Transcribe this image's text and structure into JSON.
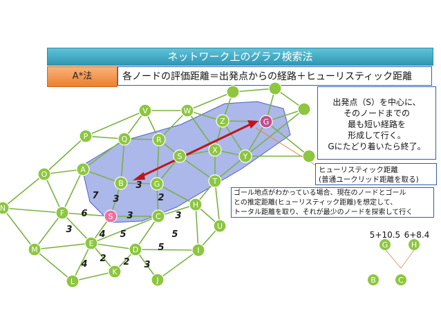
{
  "title": "ネットワーク上のグラフ検索法",
  "method": "A*法",
  "formula": "各ノードの評価距離＝出発点からの経路＋ヒューリスティック距離",
  "callout_main": [
    "出発点（S）を中心に、",
    "そのノードまでの",
    "最も短い経路を",
    "形成して行く。",
    "Gにたどり着いたら終了。"
  ],
  "callout_heuristic": [
    "ヒューリスティック距離",
    "(普通ユークリッド距離を取る)"
  ],
  "callout_goal": [
    "ゴール地点がわかっている場合、現在のノードとゴール",
    "との推定距離(ヒューリスティック距離)を想定して、",
    "トータル距離を取り、それが最少のノードを探索して行く"
  ],
  "colors": {
    "node": "#8dc63f",
    "start_node": "#f06fa0",
    "goal_node": "#c0508a",
    "edge": "#7ab23f",
    "region": "#5a6fd6",
    "arrow": "#c0141a",
    "weight": "#1a1a1a"
  },
  "nodes": [
    {
      "id": "V",
      "label": "V"
    },
    {
      "id": "W",
      "label": "W"
    },
    {
      "id": "Z",
      "label": "Z"
    },
    {
      "id": "G",
      "label": "G"
    },
    {
      "id": "P",
      "label": "P"
    },
    {
      "id": "Q",
      "label": "Q"
    },
    {
      "id": "R",
      "label": "R"
    },
    {
      "id": "S2",
      "label": "S"
    },
    {
      "id": "X",
      "label": "X"
    },
    {
      "id": "Y",
      "label": "Y"
    },
    {
      "id": "O",
      "label": "O"
    },
    {
      "id": "A",
      "label": "A"
    },
    {
      "id": "B",
      "label": "B"
    },
    {
      "id": "Gs",
      "label": "G"
    },
    {
      "id": "T",
      "label": "T"
    },
    {
      "id": "H",
      "label": "H"
    },
    {
      "id": "N",
      "label": "N"
    },
    {
      "id": "F",
      "label": "F"
    },
    {
      "id": "S",
      "label": "S"
    },
    {
      "id": "C",
      "label": "C"
    },
    {
      "id": "U",
      "label": "U"
    },
    {
      "id": "M",
      "label": "M"
    },
    {
      "id": "E",
      "label": "E"
    },
    {
      "id": "D",
      "label": "D"
    },
    {
      "id": "I",
      "label": "I"
    },
    {
      "id": "K",
      "label": "K"
    },
    {
      "id": "L",
      "label": "L"
    },
    {
      "id": "J",
      "label": "J"
    },
    {
      "id": "t1",
      "label": ""
    },
    {
      "id": "t2",
      "label": ""
    },
    {
      "id": "t3",
      "label": ""
    },
    {
      "id": "t4",
      "label": ""
    }
  ],
  "edge_weights": [
    "3",
    "7",
    "3",
    "2",
    "6",
    "3",
    "3",
    "3",
    "4",
    "5",
    "5",
    "5",
    "4",
    "2",
    "2",
    "3"
  ],
  "tree": {
    "labels": [
      "5+10.5",
      "6+8.4"
    ],
    "nodes": [
      "G",
      "H",
      "B",
      "C"
    ]
  }
}
